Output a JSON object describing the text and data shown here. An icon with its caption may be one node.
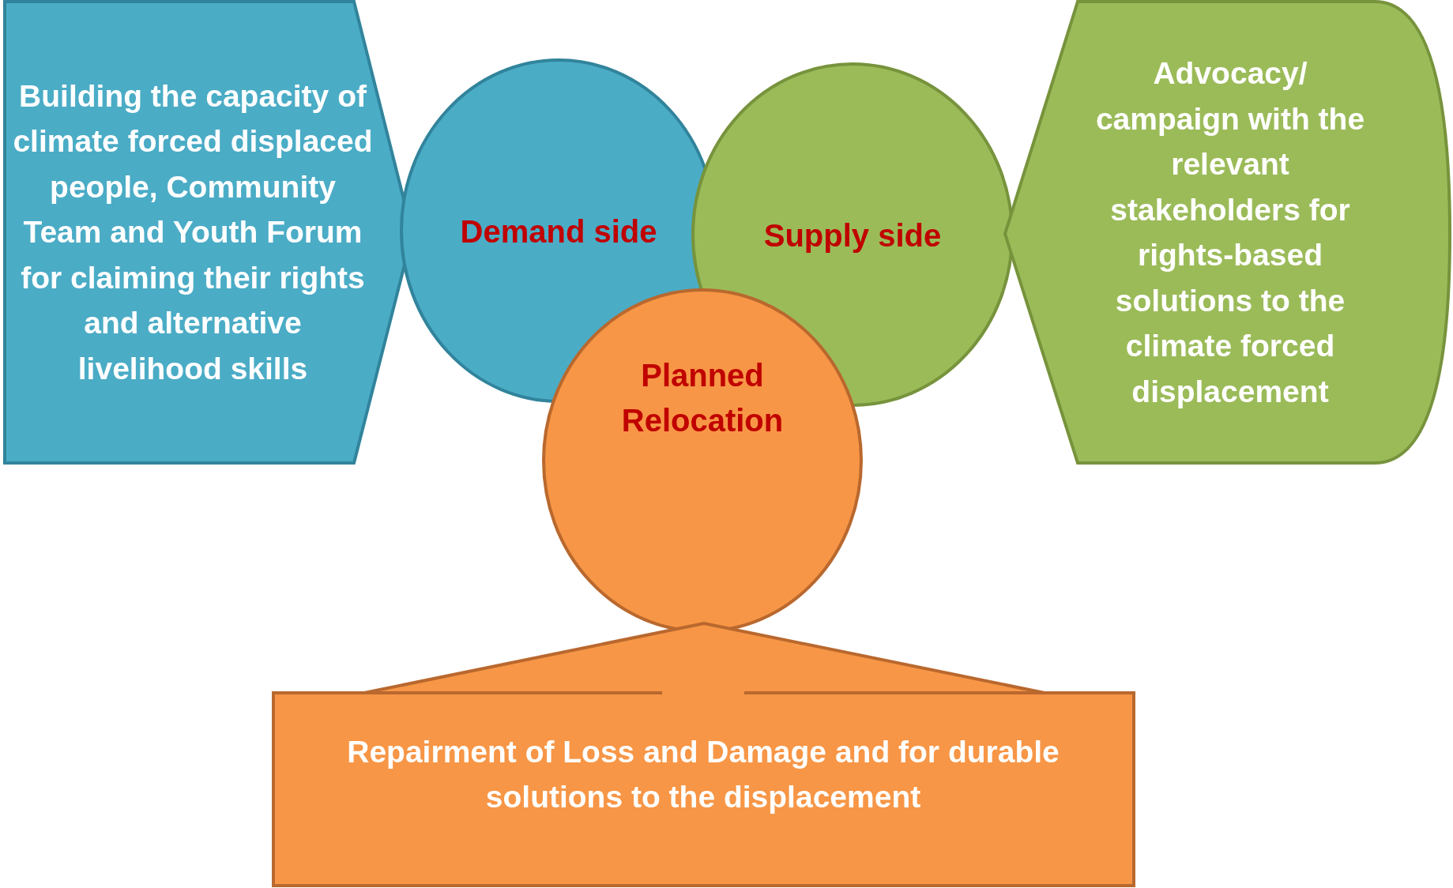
{
  "diagram": {
    "nodes": [
      {
        "text": [
          "Building the capacity of climate forced displaced people, Community Team and Youth Forum for claiming their rights and alternative livelihood skills"
        ]
      },
      {
        "text": [
          "Demand side"
        ]
      },
      {
        "text": [
          "Supply side"
        ]
      },
      {
        "text": [
          "Advocacy/ campaign with the relevant stakeholders for rights-based solutions to the climate forced displacement"
        ]
      },
      {
        "text": [
          "Planned Relocation"
        ]
      },
      {
        "text": [
          "Repairment of Loss and Damage and for durable solutions to the displacement"
        ]
      }
    ]
  }
}
